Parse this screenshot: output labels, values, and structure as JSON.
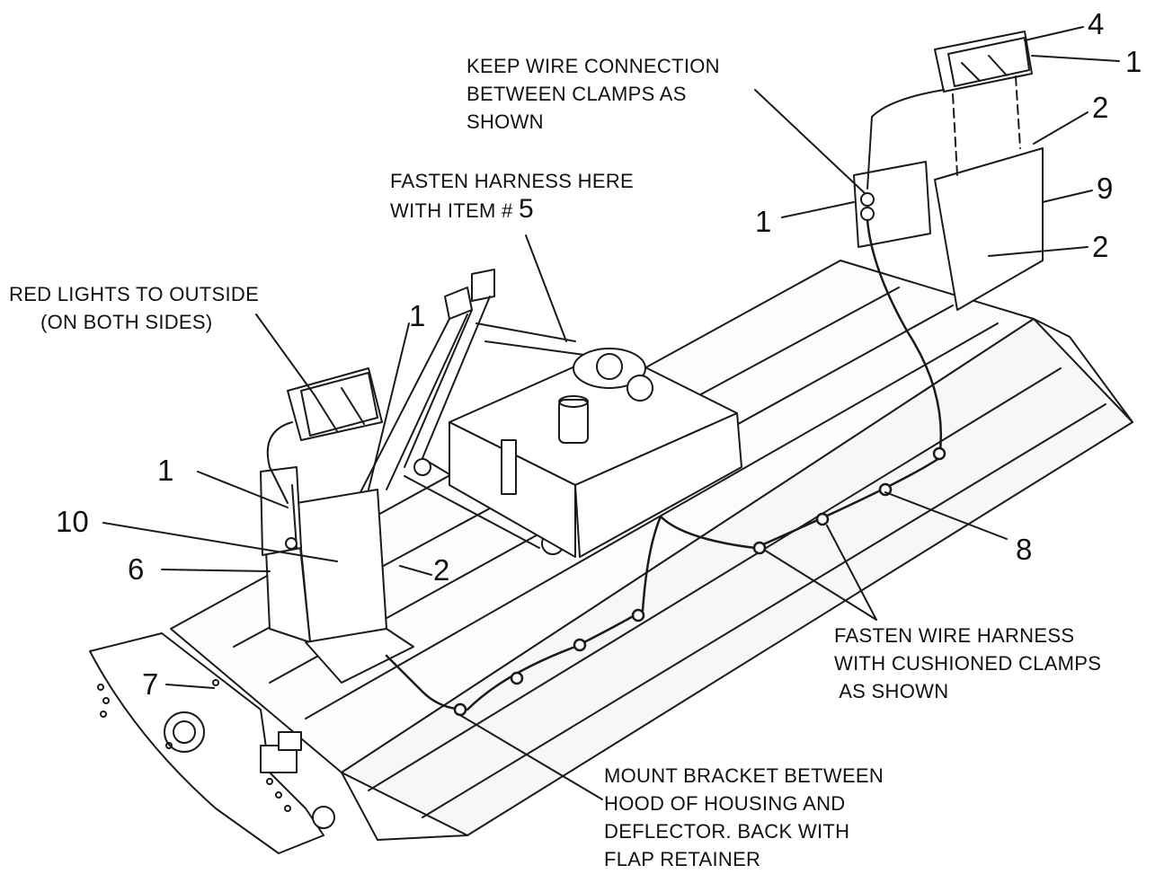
{
  "notes": {
    "keep_wire": [
      "KEEP WIRE CONNECTION",
      "BETWEEN CLAMPS AS",
      "SHOWN"
    ],
    "fasten_harness": [
      "FASTEN HARNESS HERE",
      "WITH ITEM #",
      "5"
    ],
    "red_lights": [
      "RED LIGHTS TO OUTSIDE",
      "(ON BOTH SIDES)"
    ],
    "fasten_wire": [
      "FASTEN WIRE HARNESS",
      "WITH CUSHIONED CLAMPS",
      " AS SHOWN"
    ],
    "mount_bracket": [
      "MOUNT BRACKET BETWEEN",
      "HOOD OF HOUSING AND",
      "DEFLECTOR. BACK WITH",
      "FLAP RETAINER"
    ]
  },
  "callouts": {
    "c4": "4",
    "c1_top_right": "1",
    "c2_upper": "2",
    "c9": "9",
    "c2_right": "2",
    "c1_clamp": "1",
    "c1_left_light": "1",
    "c1_left": "1",
    "c10": "10",
    "c6": "6",
    "c2_left": "2",
    "c7": "7",
    "c8": "8"
  }
}
